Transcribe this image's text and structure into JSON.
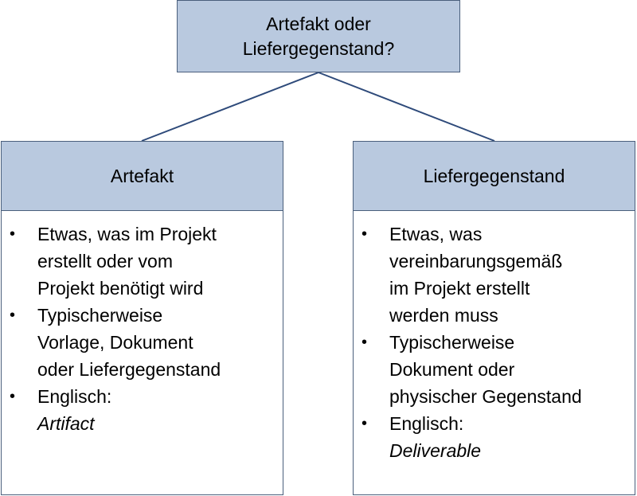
{
  "top": {
    "lines": [
      "Artefakt oder",
      "Liefergegenstand?"
    ]
  },
  "left": {
    "title": "Artefakt",
    "items": [
      {
        "lines": [
          "Etwas, was im Projekt",
          "erstellt oder vom",
          "Projekt benötigt wird"
        ]
      },
      {
        "lines": [
          "Typischerweise",
          "Vorlage, Dokument",
          "oder Liefergegenstand"
        ]
      },
      {
        "lines": [
          "Englisch:"
        ],
        "italic": "Artifact"
      }
    ]
  },
  "right": {
    "title": "Liefergegenstand",
    "items": [
      {
        "lines": [
          "Etwas, was",
          "vereinbarungsgemäß",
          "im Projekt erstellt",
          "werden muss"
        ]
      },
      {
        "lines": [
          "Typischerweise",
          "Dokument oder",
          "physischer Gegenstand"
        ]
      },
      {
        "lines": [
          "Englisch:"
        ],
        "italic": "Deliverable"
      }
    ]
  },
  "bullet_char": "•",
  "colors": {
    "header_fill": "#b9c9df",
    "border": "#4a5f7c",
    "connector": "#2e4a7a"
  }
}
